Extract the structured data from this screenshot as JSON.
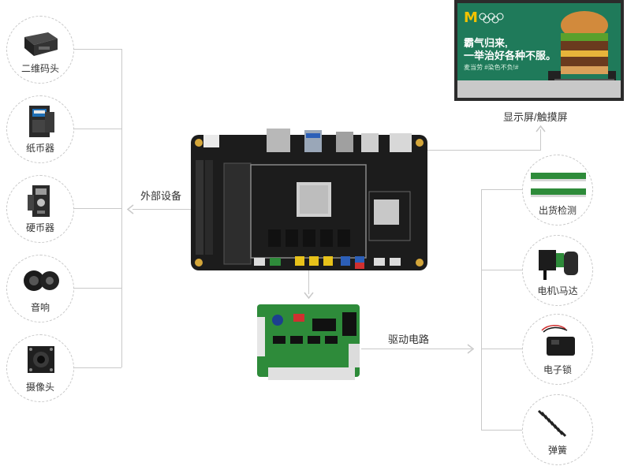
{
  "left_devices": [
    {
      "label": "二维码头",
      "icon": "qr-scanner-icon"
    },
    {
      "label": "纸币器",
      "icon": "bill-acceptor-icon"
    },
    {
      "label": "硬币器",
      "icon": "coin-acceptor-icon"
    },
    {
      "label": "音响",
      "icon": "speaker-icon"
    },
    {
      "label": "摄像头",
      "icon": "camera-icon"
    }
  ],
  "right_devices": [
    {
      "label": "出货检测",
      "icon": "sensor-strip-icon"
    },
    {
      "label": "电机\\马达",
      "icon": "motor-icon"
    },
    {
      "label": "电子锁",
      "icon": "electronic-lock-icon"
    },
    {
      "label": "弹簧",
      "icon": "spring-icon"
    }
  ],
  "labels": {
    "external_devices": "外部设备",
    "display": "显示屏/触摸屏",
    "drive_circuit": "驱动电路"
  },
  "screen": {
    "headline_1": "霸气归来,",
    "headline_2": "一举治好各种不服。",
    "subline": "麦当劳 #染色不负!#"
  },
  "colors": {
    "pcb_black": "#1c1c1c",
    "pcb_green": "#2e8b3a",
    "screen_green": "#1f7a5a",
    "arrow": "#c9c9c9"
  }
}
